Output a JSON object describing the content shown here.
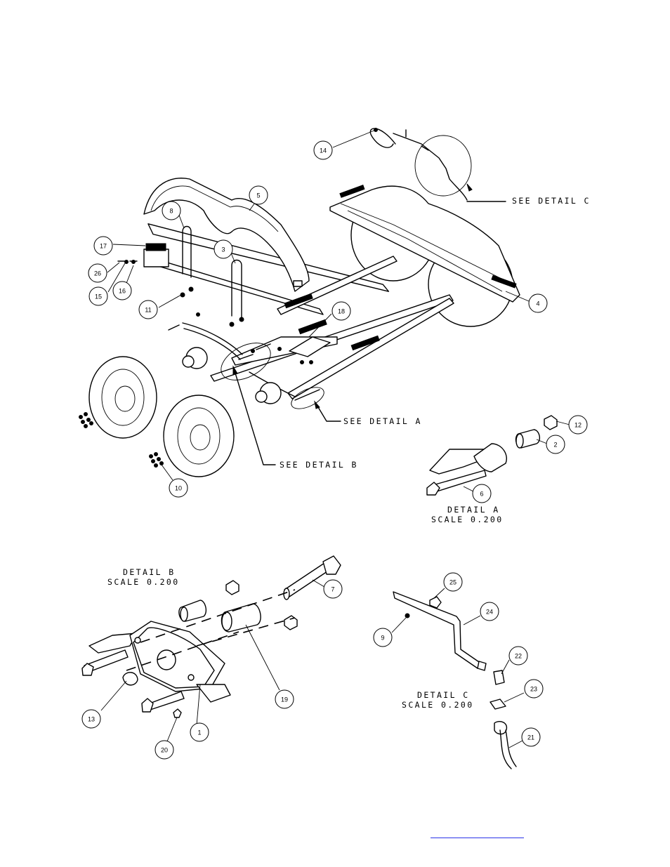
{
  "callouts": [
    {
      "n": "14"
    },
    {
      "n": "5"
    },
    {
      "n": "8"
    },
    {
      "n": "3"
    },
    {
      "n": "17"
    },
    {
      "n": "26"
    },
    {
      "n": "15"
    },
    {
      "n": "16"
    },
    {
      "n": "11"
    },
    {
      "n": "18"
    },
    {
      "n": "4"
    },
    {
      "n": "10"
    },
    {
      "n": "12"
    },
    {
      "n": "2"
    },
    {
      "n": "6"
    },
    {
      "n": "7"
    },
    {
      "n": "19"
    },
    {
      "n": "13"
    },
    {
      "n": "1"
    },
    {
      "n": "20"
    },
    {
      "n": "25"
    },
    {
      "n": "24"
    },
    {
      "n": "9"
    },
    {
      "n": "22"
    },
    {
      "n": "23"
    },
    {
      "n": "21"
    }
  ],
  "labels": {
    "see_detail_c": "SEE DETAIL C",
    "see_detail_a": "SEE DETAIL A",
    "see_detail_b": "SEE DETAIL B",
    "detail_a_title": "DETAIL A",
    "detail_a_scale": "SCALE 0.200",
    "detail_b_title": "DETAIL B",
    "detail_b_scale": "SCALE 0.200",
    "detail_c_title": "DETAIL C",
    "detail_c_scale": "SCALE 0.200"
  },
  "colors": {
    "line": "#000000",
    "link_underline": "#2a34e8",
    "background": "#ffffff"
  }
}
